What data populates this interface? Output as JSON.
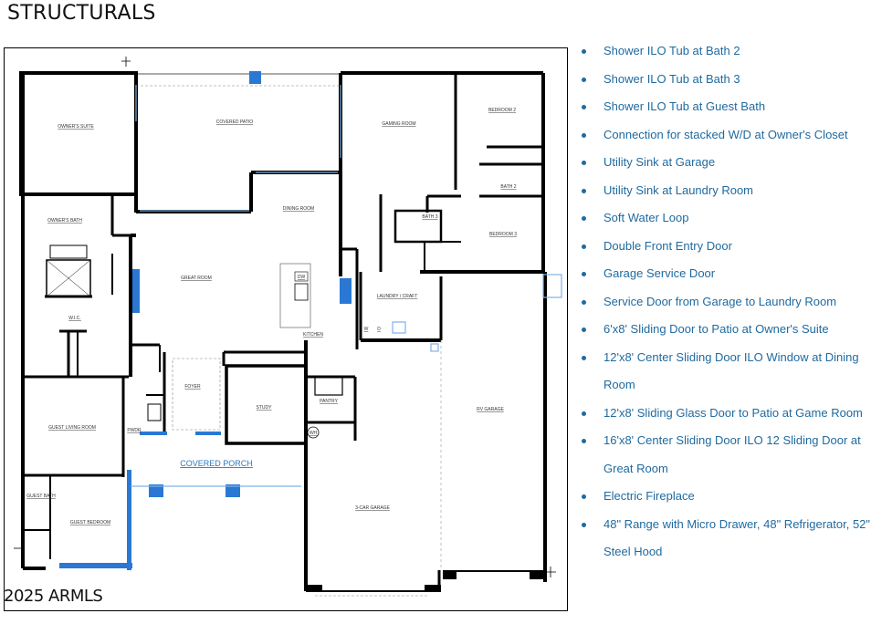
{
  "page": {
    "title": "STRUCTURALS",
    "copyright": "2025 ARMLS"
  },
  "floorplan": {
    "rooms": [
      {
        "label": "OWNER'S SUITE"
      },
      {
        "label": "COVERED PATIO"
      },
      {
        "label": "GAMING ROOM"
      },
      {
        "label": "BEDROOM 2"
      },
      {
        "label": "BATH 2"
      },
      {
        "label": "BATH 3"
      },
      {
        "label": "BEDROOM 3"
      },
      {
        "label": "OWNER'S BATH"
      },
      {
        "label": "DINING ROOM"
      },
      {
        "label": "GREAT ROOM"
      },
      {
        "label": "W.I.C."
      },
      {
        "label": "LAUNDRY / CRAFT"
      },
      {
        "label": "KITCHEN"
      },
      {
        "label": "FOYER"
      },
      {
        "label": "STUDY"
      },
      {
        "label": "PANTRY"
      },
      {
        "label": "RV GARAGE"
      },
      {
        "label": "GUEST LIVING ROOM"
      },
      {
        "label": "PWDR"
      },
      {
        "label": "COVERED PORCH"
      },
      {
        "label": "GUEST BATH"
      },
      {
        "label": "GUEST BEDROOM"
      },
      {
        "label": "3-CAR GARAGE"
      },
      {
        "label": "WH"
      },
      {
        "label": "DW"
      },
      {
        "label": "W"
      },
      {
        "label": "D"
      }
    ]
  },
  "features": {
    "items": [
      {
        "text": "Shower ILO Tub at Bath 2"
      },
      {
        "text": "Shower ILO Tub at Bath 3"
      },
      {
        "text": "Shower ILO Tub at Guest Bath"
      },
      {
        "text": "Connection for stacked W/D at Owner's Closet"
      },
      {
        "text": "Utility Sink at Garage"
      },
      {
        "text": "Utility Sink at Laundry Room"
      },
      {
        "text": "Soft Water Loop"
      },
      {
        "text": "Double Front Entry Door"
      },
      {
        "text": "Garage Service Door"
      },
      {
        "text": "Service Door from Garage to Laundry Room"
      },
      {
        "text": "6'x8' Sliding Door to Patio at Owner's Suite"
      },
      {
        "text": "12'x8' Center Sliding Door ILO Window at Dining Room"
      },
      {
        "text": "12'x8' Sliding Glass Door to Patio at Game Room"
      },
      {
        "text": "16'x8' Center Sliding Door ILO 12 Sliding Door at Great Room"
      },
      {
        "text": "Electric Fireplace"
      },
      {
        "text": "48\" Range with Micro Drawer, 48\" Refrigerator, 52\" Steel Hood"
      }
    ]
  },
  "colors": {
    "feature_text": "#1f6aa0",
    "wall": "#000000",
    "highlight_blue": "#2a78d4"
  }
}
